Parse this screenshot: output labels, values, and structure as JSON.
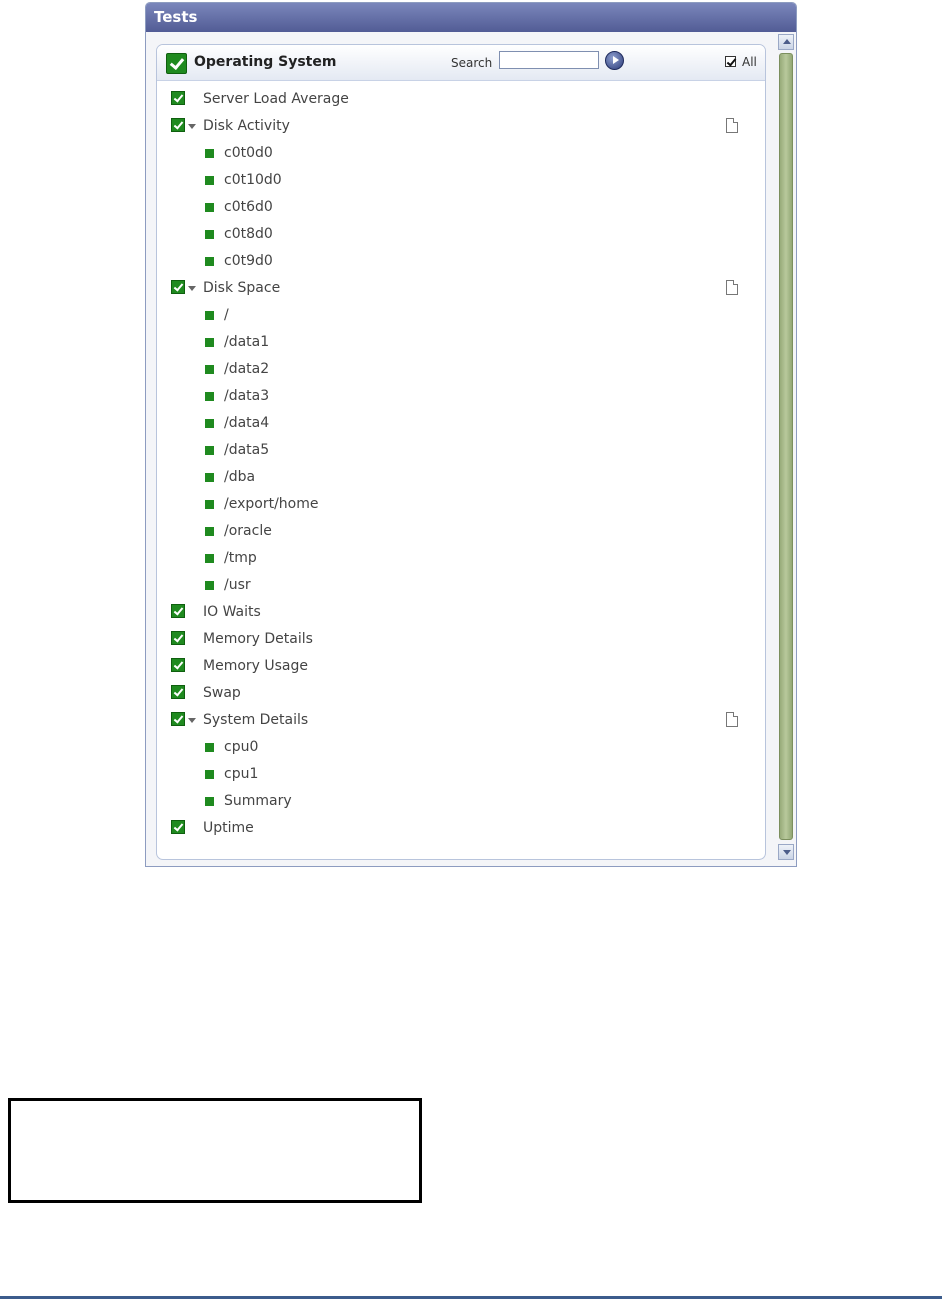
{
  "panel": {
    "title": "Tests",
    "header": {
      "title": "Operating System",
      "search_label": "Search",
      "search_value": "",
      "all_label": "All"
    },
    "items": [
      {
        "label": "Server Load Average",
        "level": 0,
        "expandable": false,
        "doc": false
      },
      {
        "label": "Disk Activity",
        "level": 0,
        "expandable": true,
        "doc": true
      },
      {
        "label": "c0t0d0",
        "level": 1
      },
      {
        "label": "c0t10d0",
        "level": 1
      },
      {
        "label": "c0t6d0",
        "level": 1
      },
      {
        "label": "c0t8d0",
        "level": 1
      },
      {
        "label": "c0t9d0",
        "level": 1
      },
      {
        "label": "Disk Space",
        "level": 0,
        "expandable": true,
        "doc": true
      },
      {
        "label": "/",
        "level": 1
      },
      {
        "label": "/data1",
        "level": 1
      },
      {
        "label": "/data2",
        "level": 1
      },
      {
        "label": "/data3",
        "level": 1
      },
      {
        "label": "/data4",
        "level": 1
      },
      {
        "label": "/data5",
        "level": 1
      },
      {
        "label": "/dba",
        "level": 1
      },
      {
        "label": "/export/home",
        "level": 1
      },
      {
        "label": "/oracle",
        "level": 1
      },
      {
        "label": "/tmp",
        "level": 1
      },
      {
        "label": "/usr",
        "level": 1
      },
      {
        "label": "IO Waits",
        "level": 0,
        "expandable": false,
        "doc": false
      },
      {
        "label": "Memory Details",
        "level": 0,
        "expandable": false,
        "doc": false
      },
      {
        "label": "Memory Usage",
        "level": 0,
        "expandable": false,
        "doc": false
      },
      {
        "label": "Swap",
        "level": 0,
        "expandable": false,
        "doc": false
      },
      {
        "label": "System Details",
        "level": 0,
        "expandable": true,
        "doc": true
      },
      {
        "label": "cpu0",
        "level": 1
      },
      {
        "label": "cpu1",
        "level": 1
      },
      {
        "label": "Summary",
        "level": 1
      },
      {
        "label": "Uptime",
        "level": 0,
        "expandable": false,
        "doc": false
      }
    ]
  },
  "colors": {
    "title_bar": "#525c95",
    "check_green": "#1f8a1f",
    "scroll_thumb": "#b8c99c",
    "footer_line": "#3c5c8c"
  },
  "icons": {
    "checked": "check-icon",
    "expanded": "chevron-down-icon",
    "document": "document-icon",
    "go": "go-arrow-icon"
  }
}
